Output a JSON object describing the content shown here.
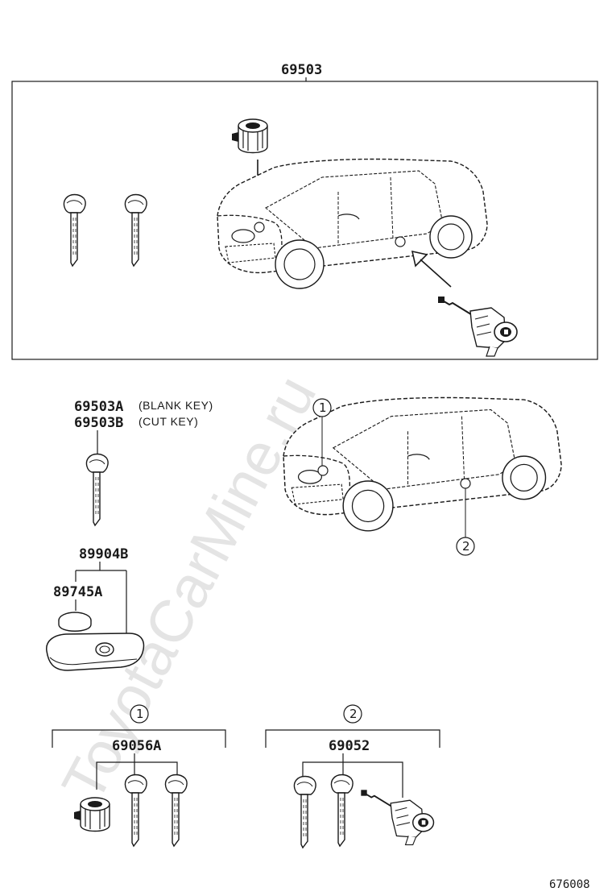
{
  "watermark": "ToyotaCarMine.ru",
  "parts": {
    "kit_set": "69503",
    "blank_key_pn": "69503A",
    "blank_key_desc": "(BLANK KEY)",
    "cut_key_pn": "69503B",
    "cut_key_desc": "(CUT KEY)",
    "transmitter": "89904B",
    "battery": "89745A",
    "set_1": "69056A",
    "set_2": "69052"
  },
  "callouts": {
    "one": "1",
    "two": "2"
  },
  "figure_ref": "676008",
  "colors": {
    "line": "#1a1a1a",
    "watermark": "#e4e4e4"
  }
}
